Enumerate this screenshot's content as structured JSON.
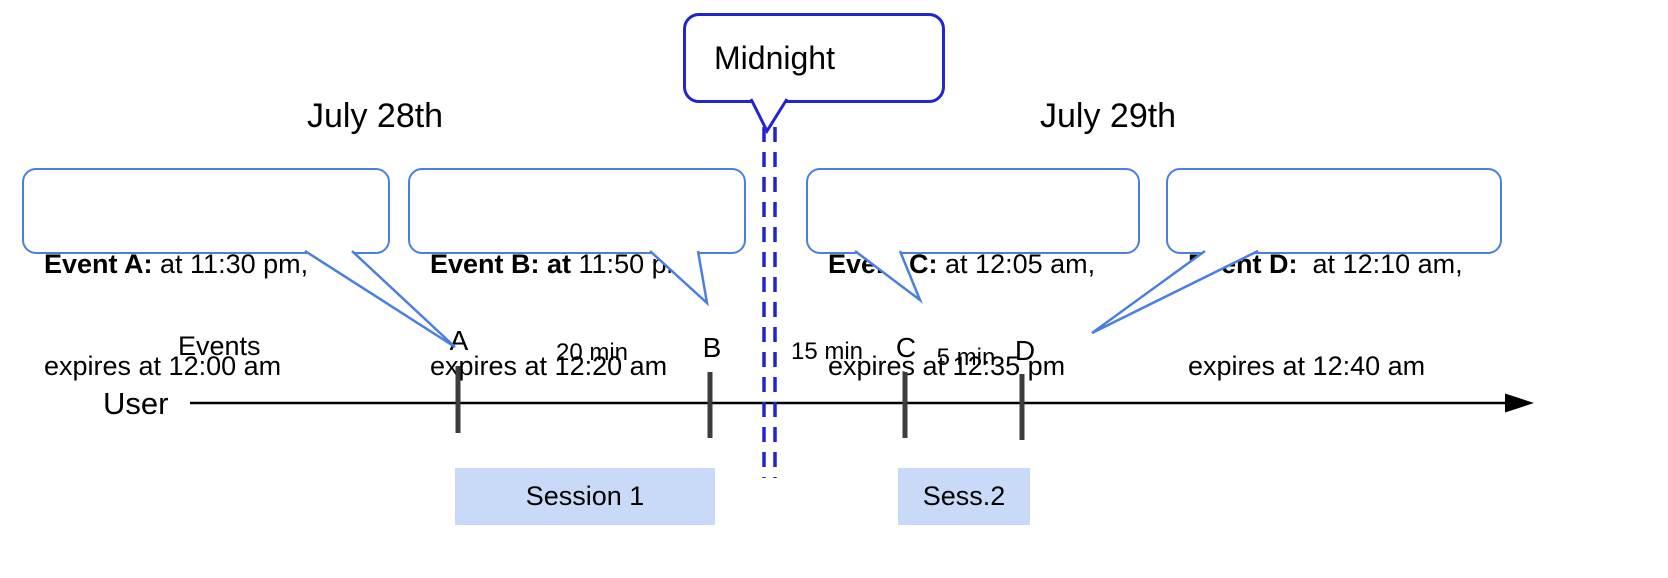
{
  "diagram": {
    "midnight_label": "Midnight",
    "dates": {
      "left": "July 28th",
      "right": "July 29th"
    },
    "axis": {
      "events_label": "Events",
      "user_label": "User"
    },
    "events": [
      {
        "bold": "Event A:",
        "rest": " at 11:30 pm,",
        "line2": "expires at 12:00 am"
      },
      {
        "bold": "Event B: at",
        "rest": " 11:50 pm,",
        "line2": "expires at 12:20 am"
      },
      {
        "bold": "Event C:",
        "rest": " at 12:05 am,",
        "line2": "expires at 12:35 pm"
      },
      {
        "bold": "Event D:",
        "rest": "  at 12:10 am,",
        "line2": "expires at 12:40 am"
      }
    ],
    "tick_labels": [
      "A",
      "B",
      "C",
      "D"
    ],
    "gap_labels": [
      "20 min",
      "15 min",
      "5 min"
    ],
    "session_labels": [
      "Session 1",
      "Sess.2"
    ],
    "colors": {
      "callout_border": "#4a7fe0",
      "midnight_border": "#2323cf",
      "session_fill": "#c9daf8",
      "tick_color": "#3d3d3d",
      "timeline_color": "#000000"
    }
  }
}
